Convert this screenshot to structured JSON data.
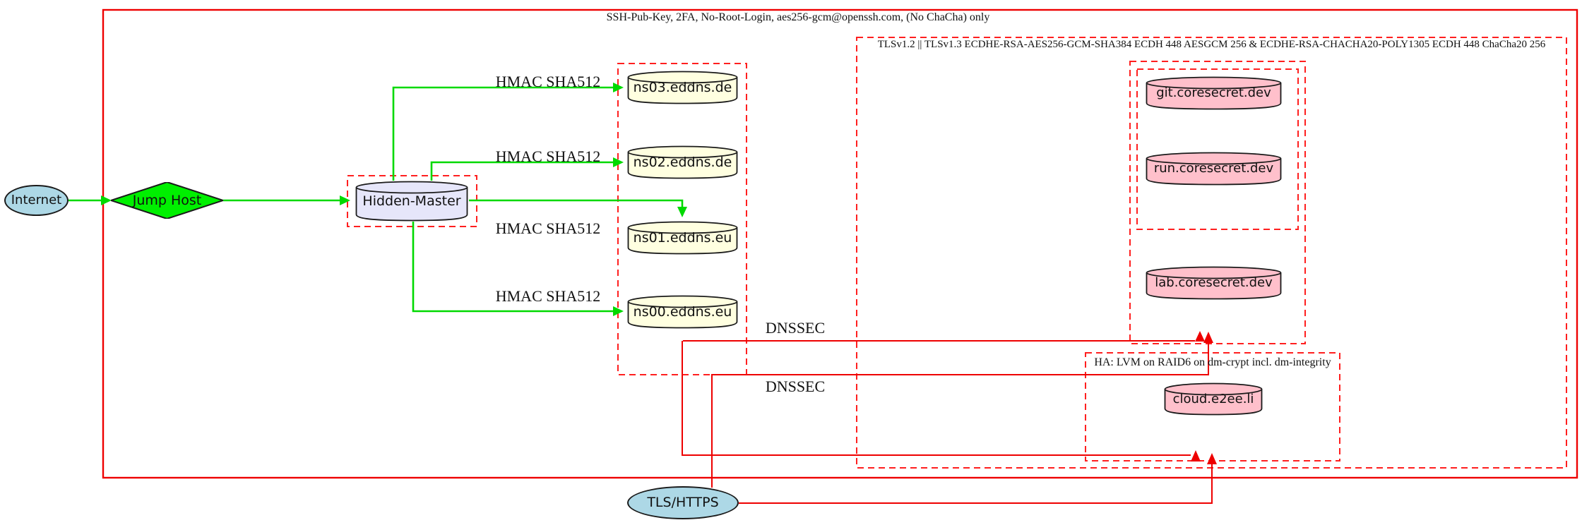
{
  "diagram": {
    "kind": "network-security-diagram",
    "background": "#ffffff"
  },
  "colors": {
    "edge_green": "#00d900",
    "edge_red": "#ee0000",
    "cluster_dashed_red": "#ff1f1f",
    "node_outline": "#1a1a1a",
    "node_blue": "#add8e6",
    "node_green": "#00f000",
    "node_lavender": "#e6e6fa",
    "node_yellow": "#ffffe0",
    "node_pink": "#ffc0cb"
  },
  "clusters": {
    "ssh": {
      "label": "SSH-Pub-Key, 2FA, No-Root-Login, aes256-gcm@openssh.com, (No ChaCha) only",
      "style": "solid-red-box"
    },
    "tls": {
      "label": "TLSv1.2 || TLSv1.3 ECDHE-RSA-AES256-GCM-SHA384 ECDH 448 AESGCM 256 & ECDHE-RSA-CHACHA20-POLY1305 ECDH 448 ChaCha20 256",
      "style": "dashed-red-box"
    },
    "ha": {
      "label": "HA: LVM on RAID6 on dm-crypt incl. dm-integrity",
      "style": "dashed-red-box"
    },
    "hidden_master_box": {
      "label": "",
      "style": "dashed-red-box"
    },
    "nameservers_box": {
      "label": "",
      "style": "dashed-red-box"
    },
    "coresecret_outer_box": {
      "label": "",
      "style": "dashed-red-box"
    },
    "coresecret_inner_box": {
      "label": "",
      "style": "dashed-red-box"
    }
  },
  "nodes": {
    "internet": {
      "label": "Internet",
      "shape": "ellipse",
      "fill": "#add8e6"
    },
    "jump_host": {
      "label": "Jump Host",
      "shape": "diamond",
      "fill": "#00f000"
    },
    "hidden_master": {
      "label": "Hidden-Master",
      "shape": "cylinder",
      "fill": "#e6e6fa"
    },
    "ns03": {
      "label": "ns03.eddns.de",
      "shape": "cylinder",
      "fill": "#ffffe0"
    },
    "ns02": {
      "label": "ns02.eddns.de",
      "shape": "cylinder",
      "fill": "#ffffe0"
    },
    "ns01": {
      "label": "ns01.eddns.eu",
      "shape": "cylinder",
      "fill": "#ffffe0"
    },
    "ns00": {
      "label": "ns00.eddns.eu",
      "shape": "cylinder",
      "fill": "#ffffe0"
    },
    "git": {
      "label": "git.coresecret.dev",
      "shape": "cylinder",
      "fill": "#ffc0cb"
    },
    "run": {
      "label": "run.coresecret.dev",
      "shape": "cylinder",
      "fill": "#ffc0cb"
    },
    "lab": {
      "label": "lab.coresecret.dev",
      "shape": "cylinder",
      "fill": "#ffc0cb"
    },
    "cloud": {
      "label": "cloud.e2ee.li",
      "shape": "cylinder",
      "fill": "#ffc0cb"
    },
    "tls_https": {
      "label": "TLS/HTTPS",
      "shape": "ellipse",
      "fill": "#add8e6"
    }
  },
  "edge_labels": {
    "hmac_ns03": "HMAC SHA512",
    "hmac_ns02": "HMAC SHA512",
    "hmac_ns01": "HMAC SHA512",
    "hmac_ns00": "HMAC SHA512",
    "dnssec_upper": "DNSSEC",
    "dnssec_lower": "DNSSEC"
  },
  "edges": [
    {
      "from": "internet",
      "to": "jump_host",
      "color": "green"
    },
    {
      "from": "jump_host",
      "to": "hidden_master",
      "color": "green"
    },
    {
      "from": "hidden_master",
      "to": "ns03",
      "label": "HMAC SHA512",
      "color": "green"
    },
    {
      "from": "hidden_master",
      "to": "ns02",
      "label": "HMAC SHA512",
      "color": "green"
    },
    {
      "from": "hidden_master",
      "to": "ns01",
      "label": "HMAC SHA512",
      "color": "green"
    },
    {
      "from": "hidden_master",
      "to": "ns00",
      "label": "HMAC SHA512",
      "color": "green"
    },
    {
      "from": "nameservers",
      "to": "coresecret_outer_box",
      "label": "DNSSEC",
      "color": "red"
    },
    {
      "from": "tls_https",
      "to": "coresecret_outer_box",
      "label": "DNSSEC",
      "color": "red"
    },
    {
      "from": "nameservers",
      "to": "ha_box",
      "color": "red"
    },
    {
      "from": "tls_https",
      "to": "ha_box",
      "color": "red"
    }
  ]
}
